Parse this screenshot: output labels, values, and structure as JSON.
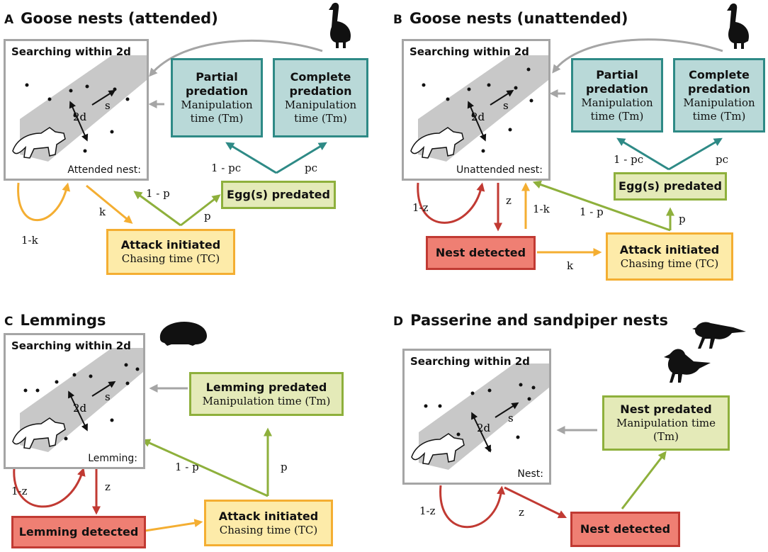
{
  "panels": {
    "a": {
      "letter": "A",
      "title": "Goose nests (attended)",
      "search_title": "Searching within 2d",
      "nest_label": "Attended nest:",
      "partial": {
        "title": "Partial predation",
        "line1": "Manipulation",
        "line2": "time (Tm)"
      },
      "complete": {
        "title": "Complete predation",
        "line1": "Manipulation",
        "line2": "time (Tm)"
      },
      "eggs": "Egg(s) predated",
      "attack": {
        "title": "Attack initiated",
        "sub": "Chasing time (TC)"
      },
      "labels": {
        "one_minus_k": "1-k",
        "k": "k",
        "one_minus_p": "1 - p",
        "p": "p",
        "one_minus_pc": "1 - pc",
        "pc": "pc",
        "two_d": "2d",
        "s": "s"
      }
    },
    "b": {
      "letter": "B",
      "title": "Goose nests (unattended)",
      "search_title": "Searching within 2d",
      "nest_label": "Unattended nest:",
      "partial": {
        "title": "Partial predation",
        "line1": "Manipulation",
        "line2": "time (Tm)"
      },
      "complete": {
        "title": "Complete predation",
        "line1": "Manipulation",
        "line2": "time (Tm)"
      },
      "eggs": "Egg(s) predated",
      "detected": "Nest detected",
      "attack": {
        "title": "Attack initiated",
        "sub": "Chasing time (TC)"
      },
      "labels": {
        "one_minus_z": "1-z",
        "z": "z",
        "one_minus_k": "1-k",
        "k": "k",
        "one_minus_p": "1 - p",
        "p": "p",
        "one_minus_pc": "1 - pc",
        "pc": "pc",
        "two_d": "2d",
        "s": "s"
      }
    },
    "c": {
      "letter": "C",
      "title": "Lemmings",
      "search_title": "Searching within 2d",
      "nest_label": "Lemming:",
      "predated": {
        "title": "Lemming predated",
        "sub": "Manipulation time (Tm)"
      },
      "detected": "Lemming detected",
      "attack": {
        "title": "Attack initiated",
        "sub": "Chasing time (TC)"
      },
      "labels": {
        "one_minus_z": "1-z",
        "z": "z",
        "one_minus_p": "1 - p",
        "p": "p",
        "two_d": "2d",
        "s": "s"
      }
    },
    "d": {
      "letter": "D",
      "title": "Passerine and sandpiper nests",
      "search_title": "Searching within 2d",
      "nest_label": "Nest:",
      "predated": {
        "title": "Nest predated",
        "sub": "Manipulation time (Tm)"
      },
      "detected": "Nest detected",
      "labels": {
        "one_minus_z": "1-z",
        "z": "z",
        "two_d": "2d",
        "s": "s"
      }
    }
  },
  "colors": {
    "teal": "#2e8a86",
    "green": "#8eb03c",
    "yellow": "#f4ae32",
    "red": "#c13a33",
    "gray": "#a5a5a5"
  },
  "icons": [
    "goose-icon",
    "lemming-icon",
    "bird-icon",
    "arctic-fox-icon"
  ]
}
